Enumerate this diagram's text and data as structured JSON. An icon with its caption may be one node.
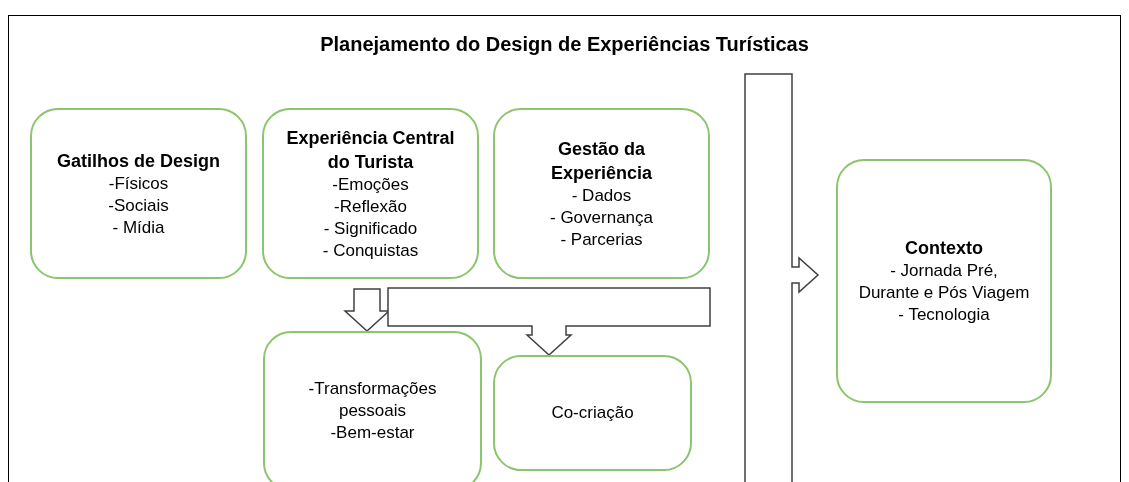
{
  "diagram": {
    "nodes": [
      {
        "text": [
          "Planejamento do Design de Experiências Turísticas"
        ]
      },
      {
        "text": [
          "Gatilhos de Design",
          "-Físicos",
          "-Sociais",
          "- Mídia"
        ],
        "in": 0
      },
      {
        "text": [
          "Experiência Central do Turista",
          "-Emoções",
          "-Reflexão",
          "- Significado",
          "- Conquistas"
        ],
        "in": 0
      },
      {
        "text": [
          "Gestão da Experiência",
          "- Dados",
          "- Governança",
          "- Parcerias"
        ],
        "in": 0
      },
      {
        "text": [
          "-Transformações pessoais",
          "-Bem-estar"
        ],
        "in": 0
      },
      {
        "text": [
          "Co-criação"
        ],
        "in": 0
      },
      {
        "text": [
          "Contexto",
          "- Jornada Pré, Durante e Pós Viagem",
          "- Tecnologia"
        ],
        "in": 0
      }
    ],
    "edges": [
      {
        "from": 2,
        "to": 4,
        "arrow": "to"
      },
      {
        "from": null,
        "to": 5,
        "arrow": "to"
      },
      {
        "from": null,
        "to": 6,
        "arrow": "to"
      }
    ]
  }
}
